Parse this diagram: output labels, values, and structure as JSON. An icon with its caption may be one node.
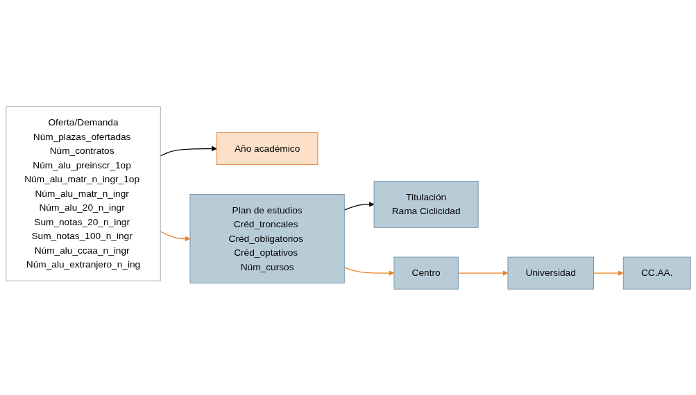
{
  "diagram": {
    "nodes": [
      {
        "text": [
          "Año académico"
        ]
      },
      {
        "text": [
          "Titulación",
          "Rama Ciclicidad"
        ]
      },
      {
        "text": [
          "Oferta/Demanda",
          "Núm_plazas_ofertadas Núm_contratos Núm_alu_preinscr_1op Núm_alu_matr_n_ingr_1op Núm_alu_matr_n_ingr Núm_alu_20_n_ingr Sum_notas_20_n_ingr Sum_notas_100_n_ingr Núm_alu_ccaa_n_ingr Núm_alu_extranjero_n_ing"
        ]
      },
      {
        "text": [
          "Plan de estudios",
          "Créd_troncales Créd_obligatorios Créd_optativos Núm_cursos"
        ]
      },
      {
        "text": [
          "Centro"
        ]
      },
      {
        "text": [
          "Universidad"
        ]
      },
      {
        "text": [
          "CC.AA."
        ]
      }
    ],
    "edges": [
      {
        "from": 2,
        "to": 0,
        "arrow": "to",
        "color": "#000000"
      },
      {
        "from": 2,
        "to": 3,
        "arrow": "to"
      },
      {
        "from": 3,
        "to": 1,
        "arrow": "to",
        "color": "#000000"
      },
      {
        "from": 3,
        "to": 4,
        "arrow": "to"
      },
      {
        "from": 4,
        "to": 5,
        "arrow": "to"
      },
      {
        "from": 5,
        "to": 6,
        "arrow": "to"
      }
    ]
  }
}
